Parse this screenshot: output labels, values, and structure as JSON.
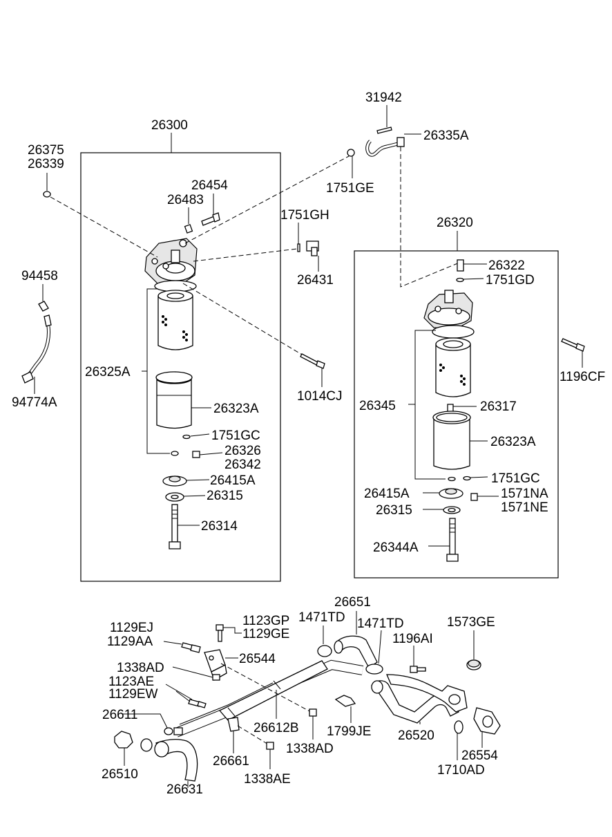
{
  "labels": {
    "l26300": "26300",
    "l26375": "26375",
    "l26339": "26339",
    "l26454": "26454",
    "l26483": "26483",
    "l1751GH": "1751GH",
    "l26431": "26431",
    "l94458": "94458",
    "l94774A": "94774A",
    "l26325A": "26325A",
    "l1014CJ": "1014CJ",
    "l26323A_left": "26323A",
    "l1751GC_left": "1751GC",
    "l26326": "26326",
    "l26342": "26342",
    "l26415A_left": "26415A",
    "l26315_left": "26315",
    "l26314": "26314",
    "l31942": "31942",
    "l26335A": "26335A",
    "l1751GE": "1751GE",
    "l26320": "26320",
    "l26322": "26322",
    "l1751GD": "1751GD",
    "l1196CF": "1196CF",
    "l26345": "26345",
    "l26317": "26317",
    "l26323A_right": "26323A",
    "l1751GC_right": "1751GC",
    "l26415A_right": "26415A",
    "l1571NA": "1571NA",
    "l1571NE": "1571NE",
    "l26315_right": "26315",
    "l26344A": "26344A",
    "l26651": "26651",
    "l1471TD_a": "1471TD",
    "l1471TD_b": "1471TD",
    "l1123GP": "1123GP",
    "l1129GE": "1129GE",
    "l1129EJ": "1129EJ",
    "l1129AA": "1129AA",
    "l1196AI": "1196AI",
    "l1573GE": "1573GE",
    "l26544": "26544",
    "l1338AD_a": "1338AD",
    "l1123AE": "1123AE",
    "l1129EW": "1129EW",
    "l26611": "26611",
    "l26612B": "26612B",
    "l1799JE": "1799JE",
    "l26520": "26520",
    "l26554": "26554",
    "l1710AD": "1710AD",
    "l26510": "26510",
    "l26661": "26661",
    "l1338AD_b": "1338AD",
    "l1338AE": "1338AE",
    "l26631": "26631"
  }
}
